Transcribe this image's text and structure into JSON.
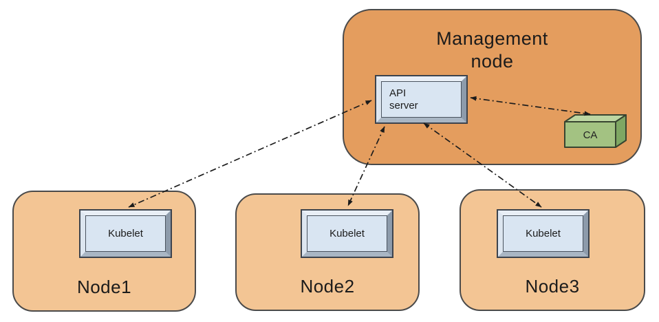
{
  "diagram": {
    "management_node": {
      "label": "Management\nnode",
      "api_server_label": "API\nserver",
      "ca_label": "CA"
    },
    "worker_nodes": [
      {
        "label": "Node1",
        "component": "Kubelet"
      },
      {
        "label": "Node2",
        "component": "Kubelet"
      },
      {
        "label": "Node3",
        "component": "Kubelet"
      }
    ],
    "connections": [
      {
        "from": "API server",
        "to": "Kubelet (Node1)",
        "style": "dash-dot",
        "bidirectional": true
      },
      {
        "from": "API server",
        "to": "Kubelet (Node2)",
        "style": "dash-dot",
        "bidirectional": true
      },
      {
        "from": "API server",
        "to": "Kubelet (Node3)",
        "style": "dash-dot",
        "bidirectional": true
      },
      {
        "from": "API server",
        "to": "CA",
        "style": "dash-dot",
        "bidirectional": true
      }
    ]
  },
  "colors": {
    "management_fill": "#e49d5e",
    "worker_node_fill": "#f3c594",
    "machine_face": "#d9e5f2",
    "ca_front": "#a3c282",
    "ca_top": "#bdd6a2",
    "ca_side": "#7fa763",
    "ca_stroke": "#374430",
    "outline": "#4a4a4a",
    "arrow": "#1c1c1c"
  }
}
